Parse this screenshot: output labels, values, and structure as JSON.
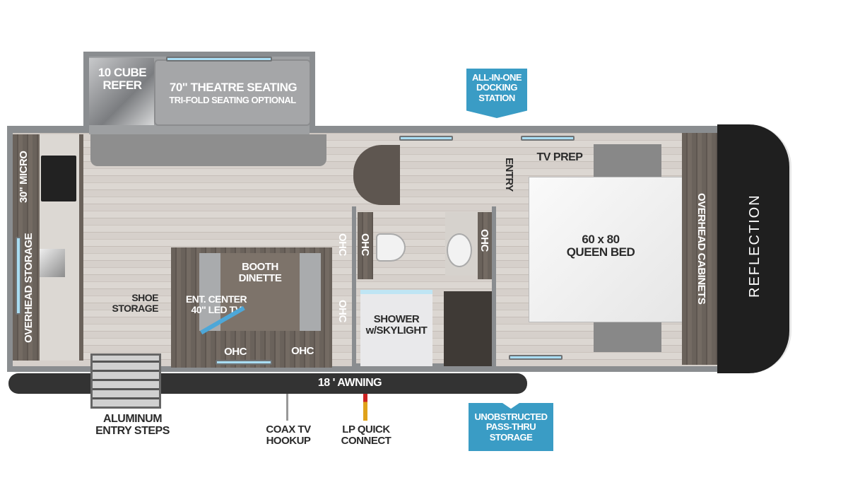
{
  "title": "Reflection fifth-wheel floorplan",
  "brand": "REFLECTION",
  "callouts": {
    "docking_station": "ALL-IN-ONE DOCKING STATION",
    "pass_thru_storage": "UNOBSTRUCTED PASS-THRU STORAGE"
  },
  "rooms": {
    "refer": "10 CUBE REFER",
    "theatre_seating": "70\" THEATRE SEATING",
    "tri_fold": "TRI-FOLD SEATING OPTIONAL",
    "micro": "30\" MICRO",
    "overhead_storage": "OVERHEAD STORAGE",
    "booth_dinette": "BOOTH DINETTE",
    "shoe_storage": "SHOE STORAGE",
    "ent_center": "ENT. CENTER 40\" LED TV",
    "ohc": "OHC",
    "shower": "SHOWER w/SKYLIGHT",
    "entry": "ENTRY",
    "tv_prep": "TV PREP",
    "bed": "60 x 80 QUEEN BED",
    "overhead_cabinets": "OVERHEAD CABINETS"
  },
  "exterior": {
    "awning": "18 ' AWNING",
    "steps": "ALUMINUM ENTRY STEPS",
    "coax": "COAX TV HOOKUP",
    "lp": "LP QUICK CONNECT"
  },
  "colors": {
    "accent": "#3a9cc5",
    "wall": "#8a8d90",
    "window": "#a9ddf3",
    "lp_fitting": "#e0a21a"
  }
}
